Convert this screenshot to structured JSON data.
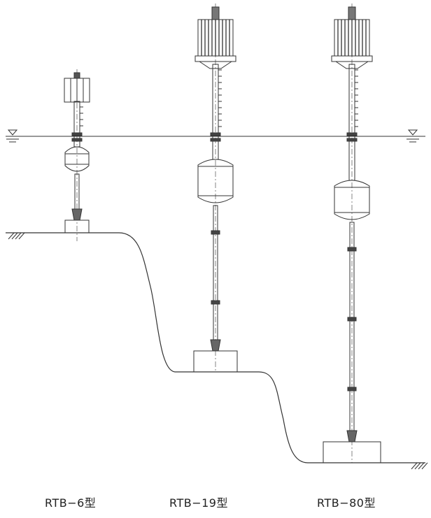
{
  "labels": {
    "buoy_small": "RTB−6型",
    "buoy_medium": "RTB−19型",
    "buoy_large": "RTB−80型"
  },
  "colors": {
    "line": "#333333",
    "background": "#ffffff"
  }
}
